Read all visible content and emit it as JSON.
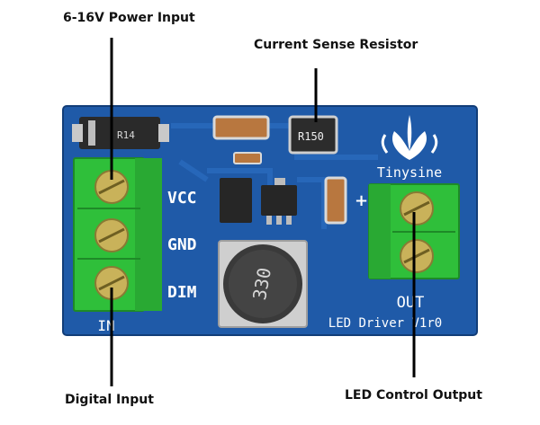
{
  "callouts": {
    "power_input": "6-16V Power Input",
    "current_sense": "Current Sense Resistor",
    "digital_input": "Digital Input",
    "led_output": "LED Control Output"
  },
  "board": {
    "brand": "Tinysine",
    "name": "LED Driver V1r0",
    "pins": {
      "vcc": "VCC",
      "gnd": "GND",
      "dim": "DIM"
    },
    "input_label": "IN",
    "output_label": "OUT",
    "plus_sign": "+",
    "resistor_marking": "R150",
    "inductor_marking": "330",
    "diode_marking": "R14"
  },
  "colors": {
    "pcb": "#1f5aa8",
    "terminal": "#2fbf3a",
    "screw": "#c9b25a"
  }
}
